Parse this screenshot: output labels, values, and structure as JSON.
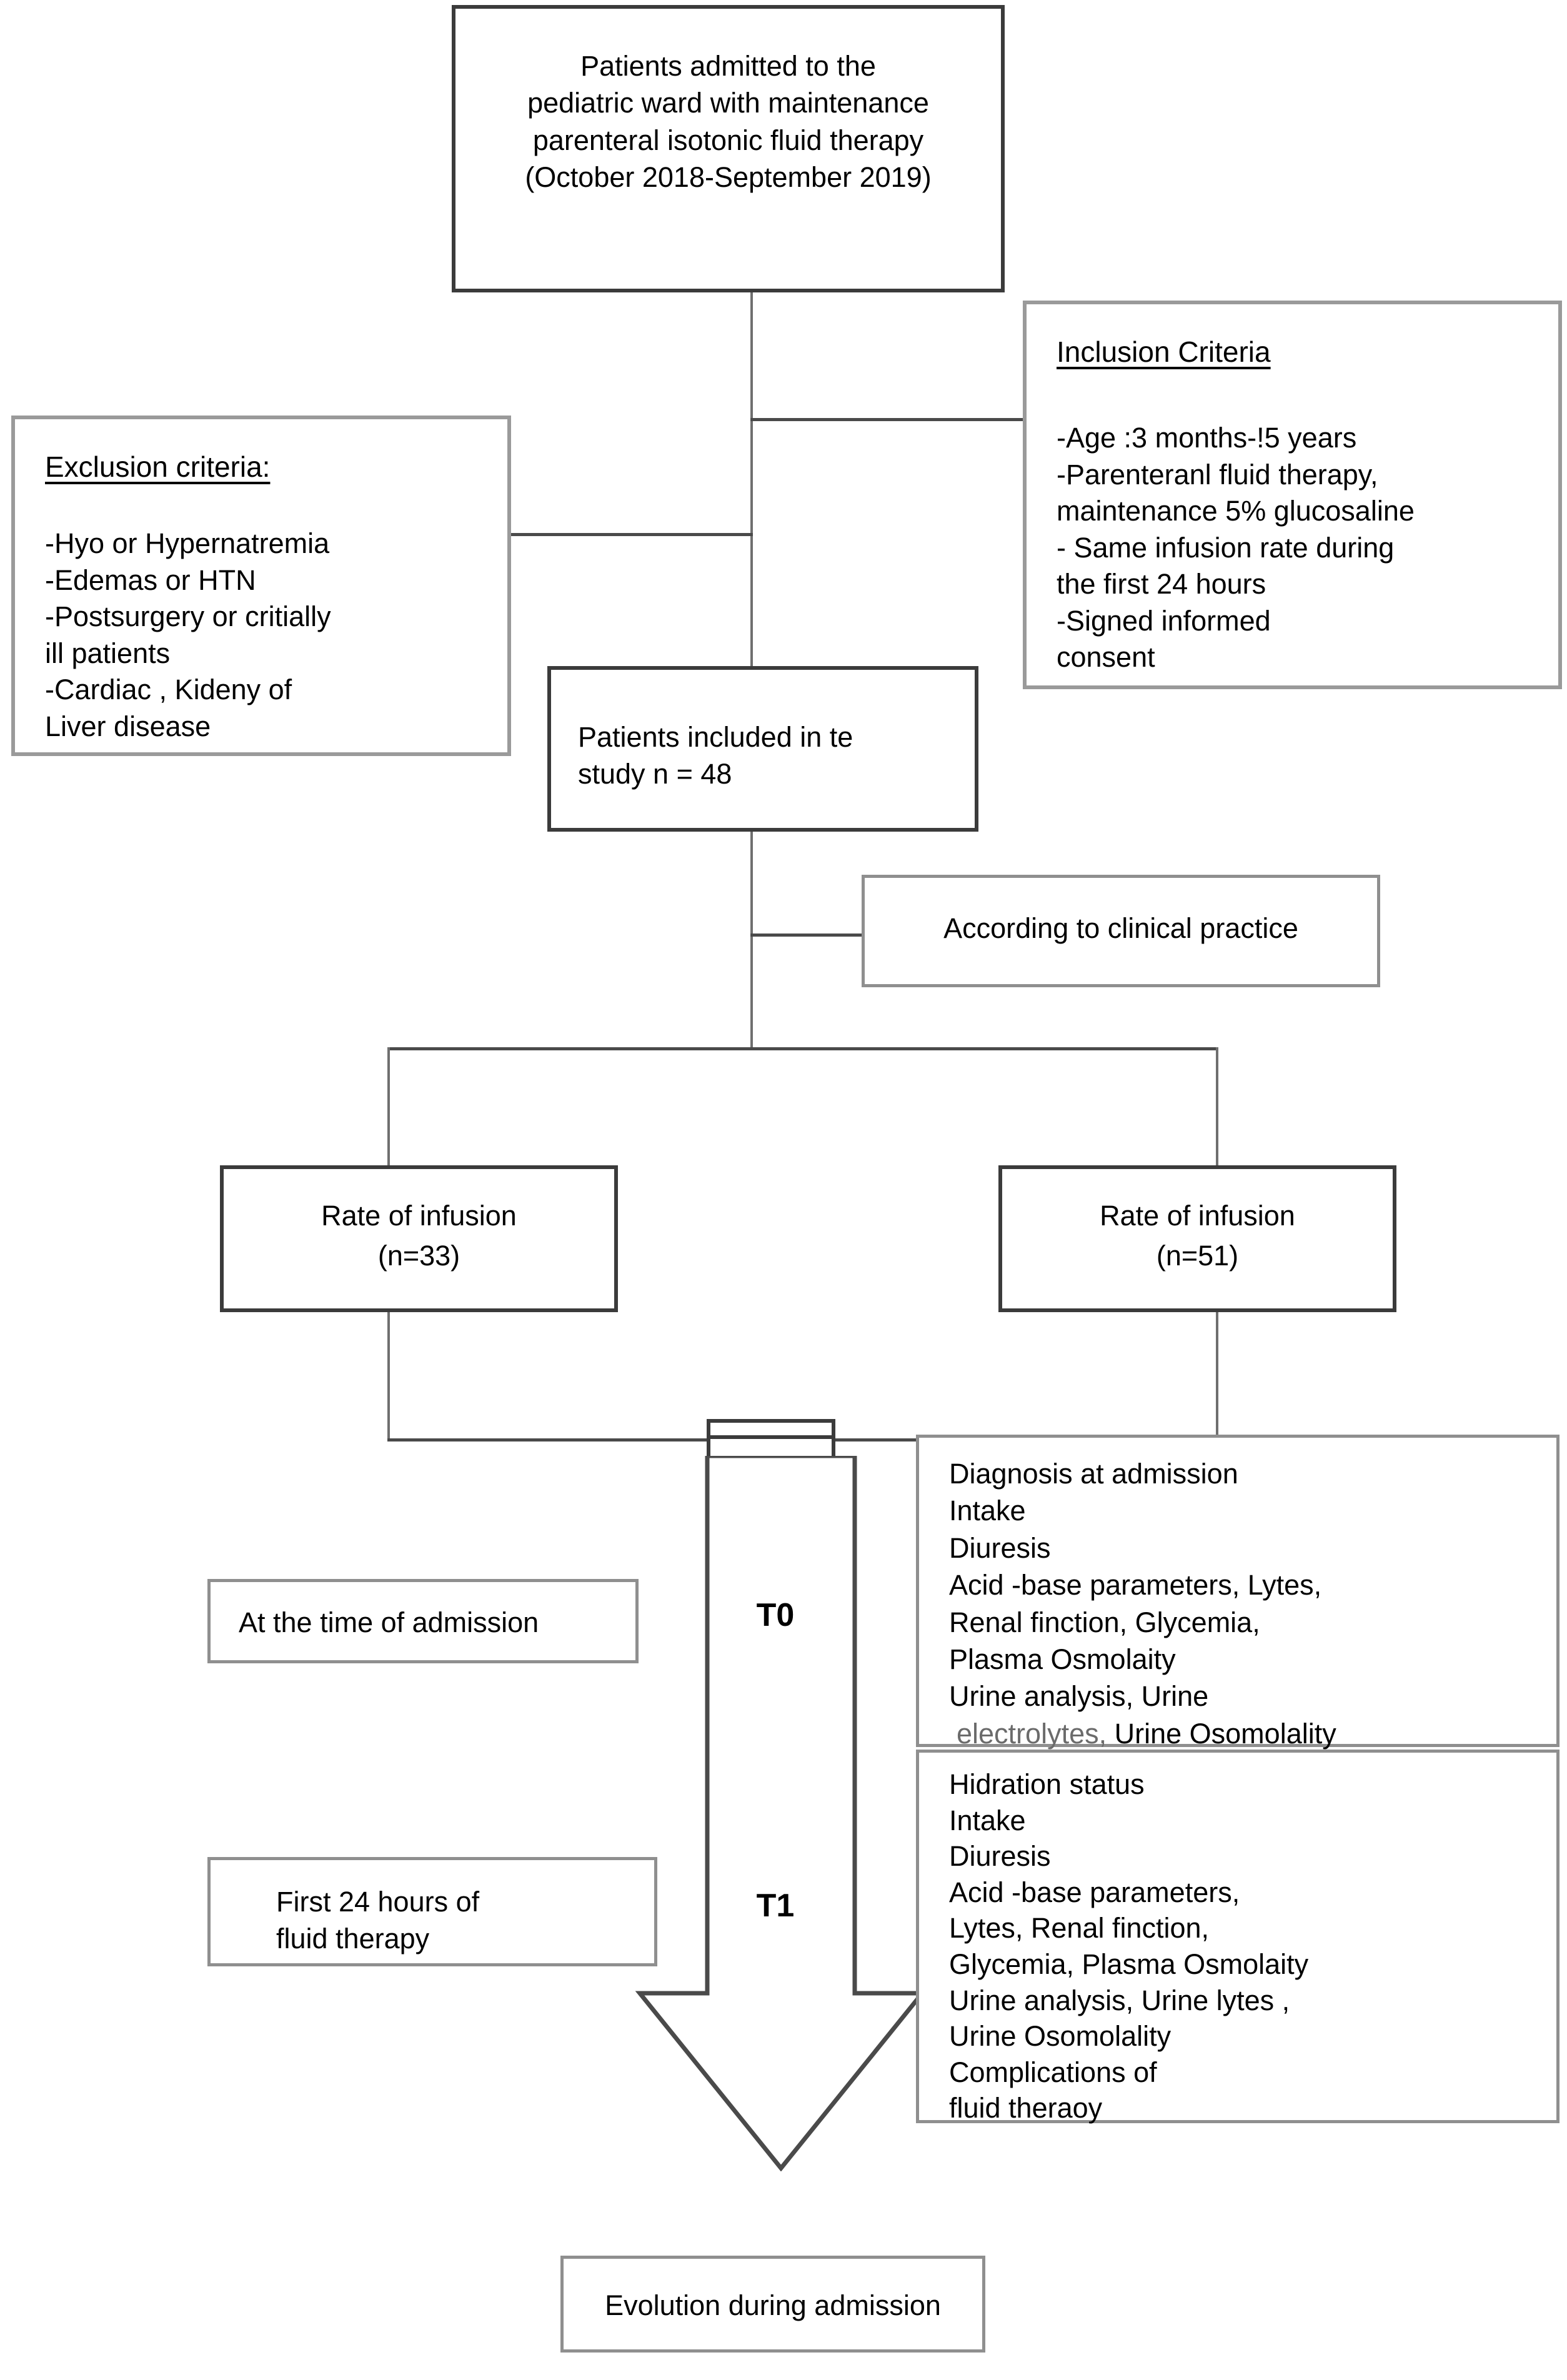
{
  "diagram": {
    "title_box": {
      "text": "Patients admitted to the\npediatric ward with maintenance\nparenteral isotonic fluid  therapy\n(October 2018-September 2019)"
    },
    "inclusion_box": {
      "heading": "Inclusion Criteria",
      "items": [
        "-Age :3 months-!5 years",
        "-Parenteranl fluid therapy,",
        "maintenance 5% glucosaline",
        "- Same infusion rate during",
        "the first 24 hours",
        "-Signed informed",
        "consent"
      ]
    },
    "exclusion_box": {
      "heading": "Exclusion criteria:",
      "items": [
        "-Hyo or Hypernatremia",
        "-Edemas or HTN",
        "-Postsurgery or critially",
        "ill patients",
        "-Cardiac , Kideny of",
        "Liver disease"
      ]
    },
    "included_box": {
      "text": "Patients included in te\nstudy n =  48"
    },
    "practice_box": {
      "text": "According to clinical practice"
    },
    "rate_left_box": {
      "line1": "Rate of infusion",
      "line2": "(n=33)"
    },
    "rate_right_box": {
      "line1": "Rate of infusion",
      "line2": "(n=51)"
    },
    "timepoint_t0_label": "T0",
    "timepoint_t1_label": "T1",
    "admission_label_box": {
      "text": "At the time of admission"
    },
    "first24_label_box": {
      "text": "First 24 hours of\nfluid therapy"
    },
    "t0_measures_box": {
      "lines": [
        "Diagnosis at admission",
        "Intake",
        "Diuresis",
        "Acid -base parameters, Lytes,",
        "Renal finction, Glycemia,",
        "Plasma Osmolaity",
        "Urine analysis, Urine"
      ],
      "last_line_prefix": "electrolytes,",
      "last_line_rest": " Urine Osomolality"
    },
    "t1_measures_box": {
      "lines": [
        "Hidration status",
        "Intake",
        "Diuresis",
        "Acid -base parameters,",
        "Lytes, Renal finction,",
        "Glycemia, Plasma Osmolaity",
        "Urine analysis, Urine lytes ,",
        "Urine Osomolality",
        "Complications of",
        "fluid theraoy"
      ]
    },
    "outcome_box": {
      "text": "Evolution during admission"
    },
    "colors": {
      "stroke_dark": "#3b3b3b",
      "stroke_gray": "#9a9a9a",
      "connector": "#4a4a4a",
      "text": "#000000",
      "muted_text": "#6b6b6b",
      "background": "#ffffff"
    }
  }
}
